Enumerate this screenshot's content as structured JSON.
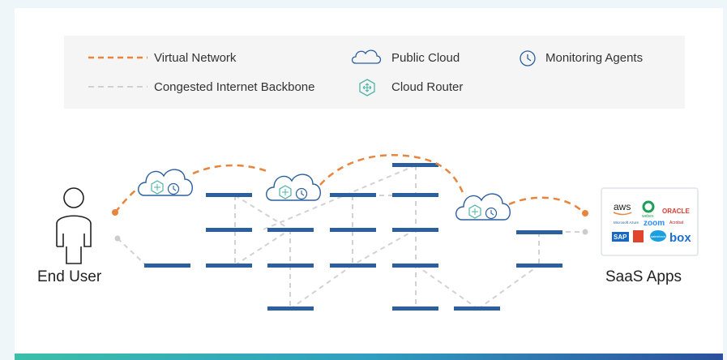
{
  "legend": {
    "virtual_network": "Virtual Network",
    "congested_backbone": "Congested Internet Backbone",
    "public_cloud": "Public Cloud",
    "cloud_router": "Cloud Router",
    "monitoring_agents": "Monitoring Agents"
  },
  "labels": {
    "end_user": "End User",
    "saas_apps": "SaaS Apps"
  },
  "saas_logos": {
    "aws": "aws",
    "webex": "webex",
    "oracle": "ORACLE",
    "azure": "Microsoft Azure",
    "zoom": "zoom",
    "acrobat": "Acrobat",
    "sap": "SAP",
    "salesforce": "salesforce",
    "box": "box"
  },
  "colors": {
    "virtual_network": "#e8843c",
    "backbone": "#d0d0d0",
    "router_bar": "#2c5f9e",
    "cloud_outline": "#2c5f9e",
    "cloud_router": "#4fb3a6"
  }
}
